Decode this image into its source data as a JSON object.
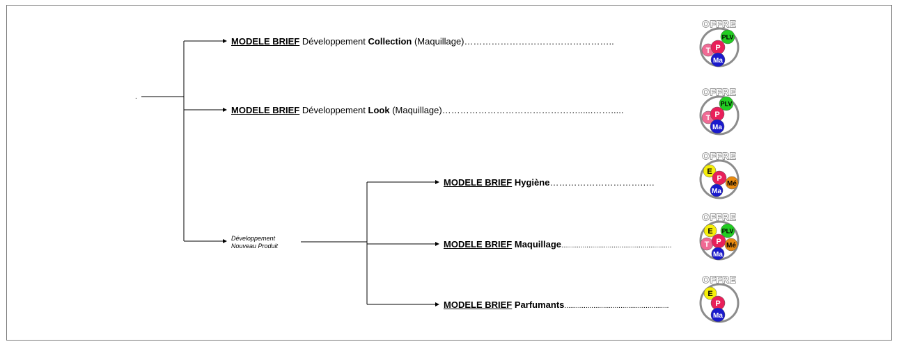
{
  "left_marker": ".",
  "dnp": {
    "line1": "Développement",
    "line2": "Nouveau Produit"
  },
  "briefs": [
    {
      "mb": "MODELE BRIEF",
      "pre": " Développement ",
      "kw": "Collection",
      "post": " (Maquillage)",
      "dots": "………………………………………….."
    },
    {
      "mb": "MODELE BRIEF",
      "pre": " Développement ",
      "kw": "Look",
      "post": " (Maquillage)",
      "dots": "………………………………………......……....."
    },
    {
      "mb": "MODELE BRIEF",
      "pre": " ",
      "kw": "Hygiène",
      "post": "",
      "dots": "………………………….…."
    },
    {
      "mb": "MODELE BRIEF",
      "pre": " ",
      "kw": "Maquillage",
      "post": "",
      "dots": "........................................................."
    },
    {
      "mb": "MODELE BRIEF",
      "pre": " ",
      "kw": "Parfumants",
      "post": "",
      "dots": "......................................................"
    }
  ],
  "badges": [
    {
      "word": "OFFRE",
      "circles": [
        "PLV",
        "T",
        "P",
        "Ma"
      ]
    },
    {
      "word": "OFFRE",
      "circles": [
        "PLV",
        "T",
        "P",
        "Ma"
      ]
    },
    {
      "word": "OFFRE",
      "circles": [
        "E",
        "P",
        "Mé",
        "Ma"
      ]
    },
    {
      "word": "OFFRE",
      "circles": [
        "E",
        "PLV",
        "T",
        "P",
        "Mé",
        "Ma"
      ]
    },
    {
      "word": "OFFRE",
      "circles": [
        "E",
        "P",
        "Ma"
      ]
    }
  ],
  "colors": {
    "E": "#f5ee0a",
    "PLV": "#22cc22",
    "T": "#f06a94",
    "P": "#e8205a",
    "Mé": "#e88a10",
    "Ma": "#1a1acc",
    "ring": "#8c8c8c"
  }
}
